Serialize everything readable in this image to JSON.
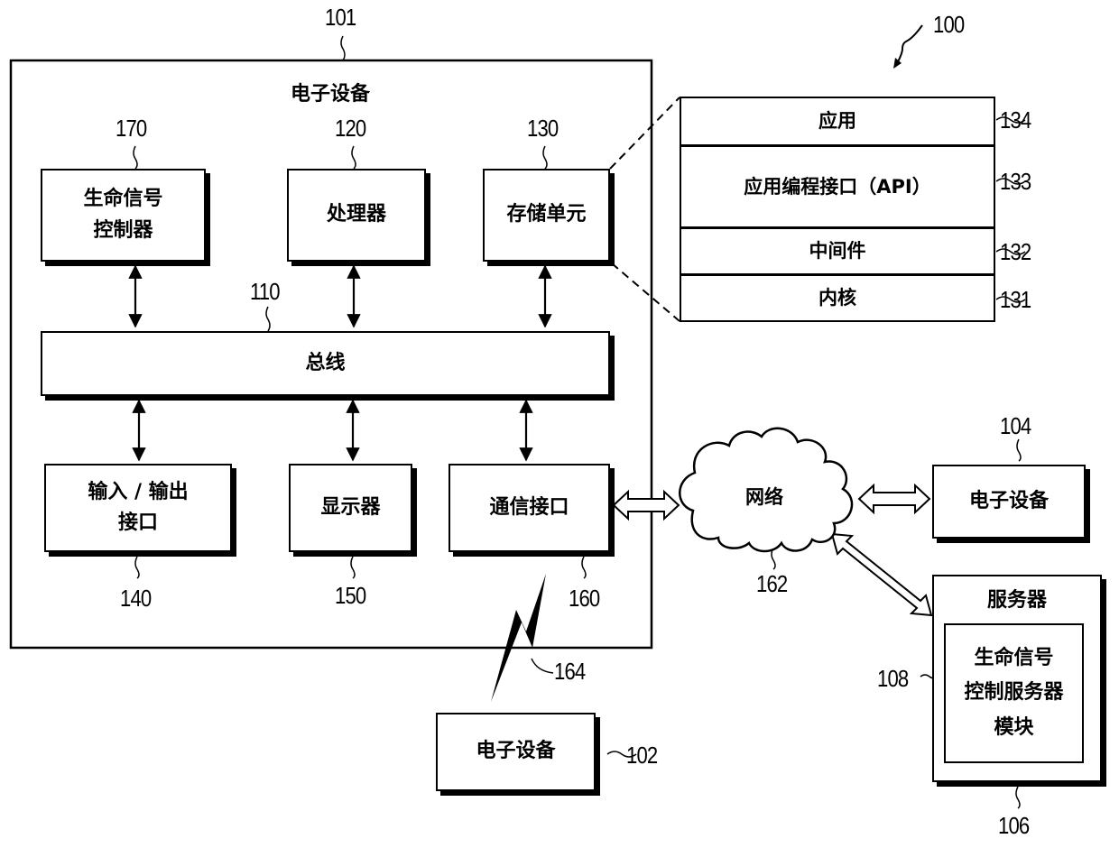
{
  "system_ref": "100",
  "device": {
    "ref": "101",
    "title": "电子设备",
    "components": {
      "vital_controller": {
        "ref": "170",
        "line1": "生命信号",
        "line2": "控制器"
      },
      "processor": {
        "ref": "120",
        "label": "处理器"
      },
      "memory": {
        "ref": "130",
        "label": "存储单元"
      },
      "bus": {
        "ref": "110",
        "label": "总线"
      },
      "io": {
        "ref": "140",
        "line1": "输入 / 输出",
        "line2": "接口"
      },
      "display": {
        "ref": "150",
        "label": "显示器"
      },
      "comm": {
        "ref": "160",
        "label": "通信接口"
      }
    }
  },
  "memory_stack": [
    {
      "ref": "134",
      "label": "应用"
    },
    {
      "ref": "133",
      "label": "应用编程接口（API）"
    },
    {
      "ref": "132",
      "label": "中间件"
    },
    {
      "ref": "131",
      "label": "内核"
    }
  ],
  "network": {
    "ref": "162",
    "label": "网络"
  },
  "wireless": {
    "ref": "164"
  },
  "device_102": {
    "ref": "102",
    "label": "电子设备"
  },
  "device_104": {
    "ref": "104",
    "label": "电子设备"
  },
  "server": {
    "ref": "106",
    "title": "服务器",
    "module": {
      "ref": "108",
      "line1": "生命信号",
      "line2": "控制服务器",
      "line3": "模块"
    }
  }
}
